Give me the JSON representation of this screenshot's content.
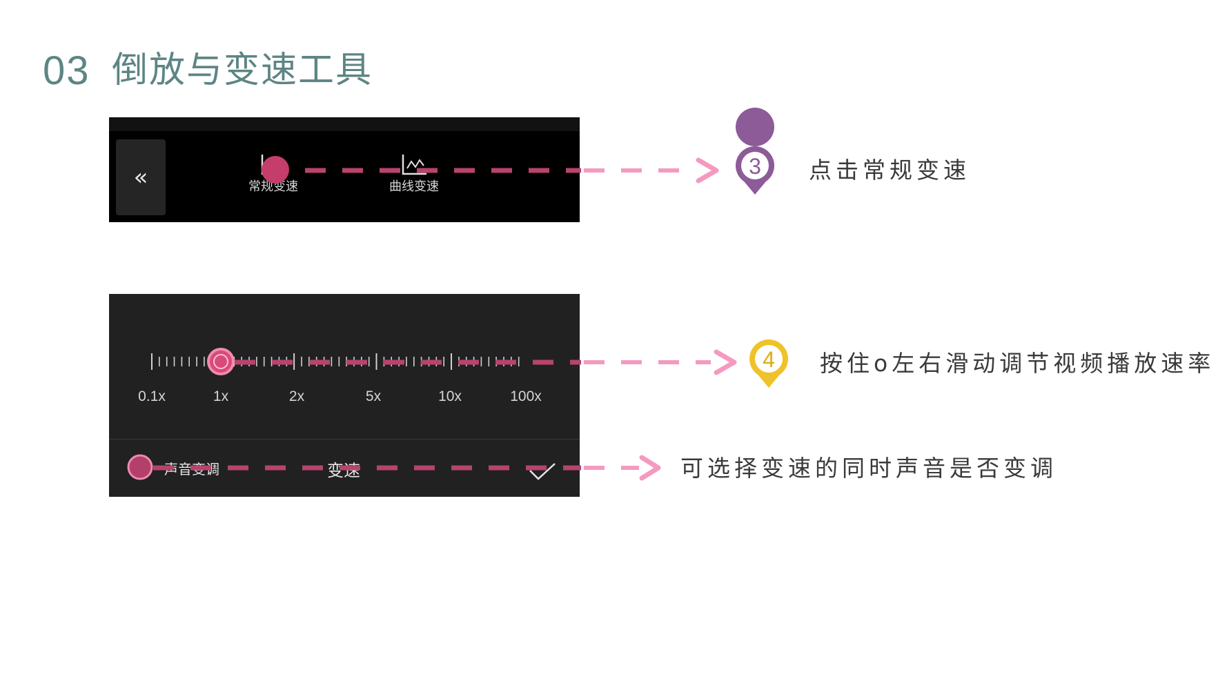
{
  "title": {
    "number": "03",
    "text": "倒放与变速工具"
  },
  "speed_menu": {
    "back_icon": "double-chevron-left-icon",
    "back_glyph": "«",
    "normal_speed_label": "常规变速",
    "normal_speed_icon": "line-chart-icon",
    "curve_speed_label": "曲线变速",
    "curve_speed_icon": "curve-chart-icon"
  },
  "speed_panel": {
    "tick_labels": [
      "0.1x",
      "1x",
      "2x",
      "5x",
      "10x",
      "100x"
    ],
    "slider_value": "1x",
    "pitch_toggle_label": "声音变调",
    "panel_title": "变速",
    "confirm_icon": "checkmark-icon"
  },
  "annotations": {
    "step3_number": "3",
    "step3_text": "点击常规变速",
    "step4_number": "4",
    "step4_text": "按住o左右滑动调节视频播放速率",
    "pitch_note_text": "可选择变速的同时声音是否变调"
  },
  "colors": {
    "title": "#5d8584",
    "accent": "#c43d6b",
    "dash_dark": "#b8436e",
    "dash_light": "#f49ac1",
    "pin3": "#8c5b98",
    "pin4": "#f0c22a"
  }
}
